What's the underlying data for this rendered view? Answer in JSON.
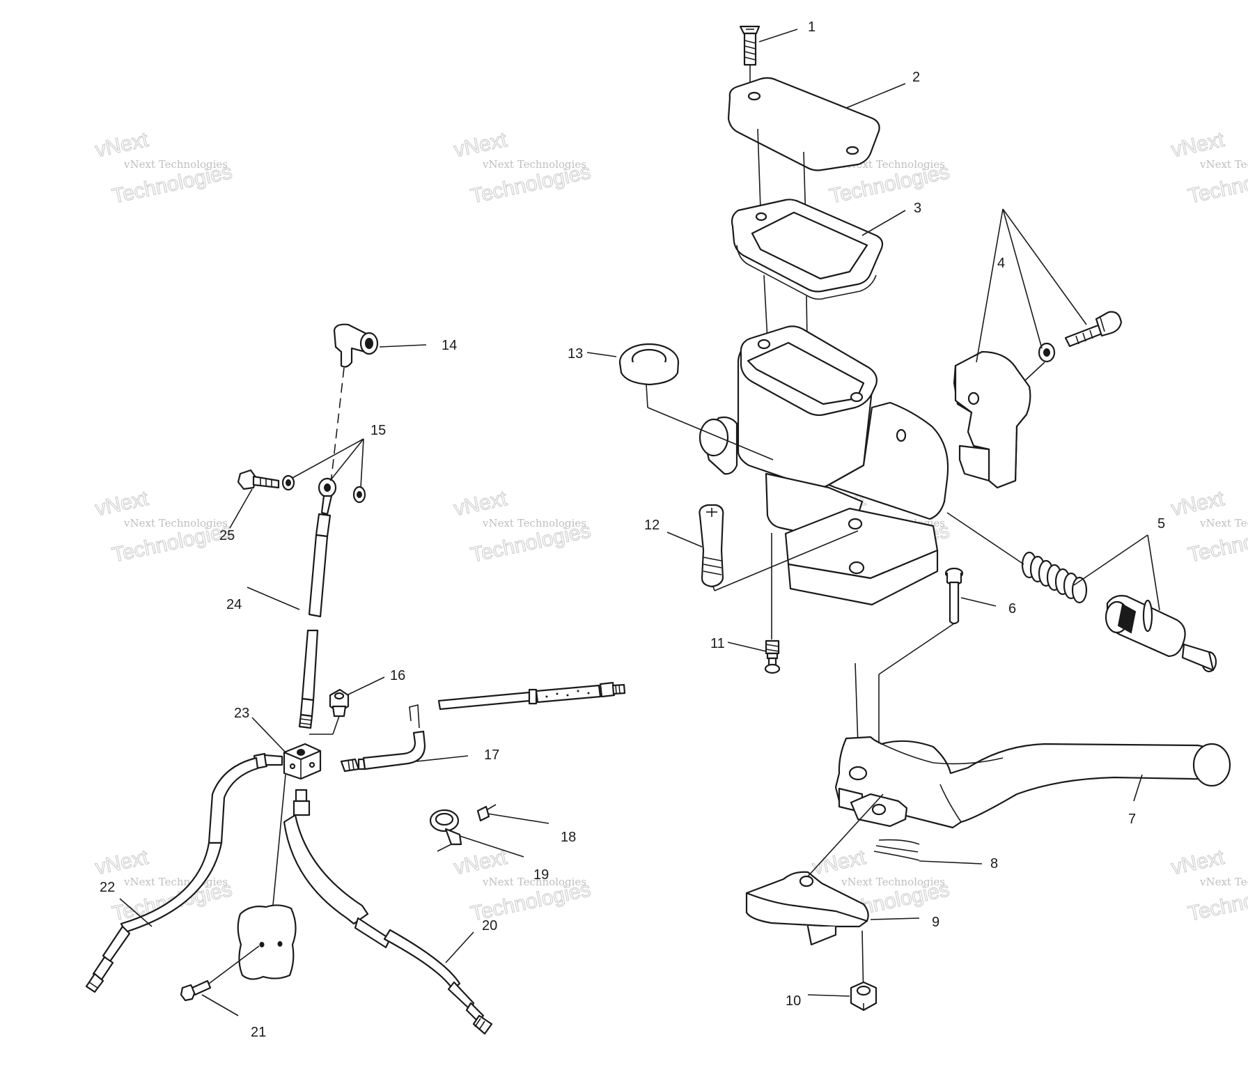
{
  "watermark": {
    "brand_line": "vNext Technologies",
    "big_line": "Technologies",
    "top_line": "vNext"
  },
  "callouts": [
    "1",
    "2",
    "3",
    "4",
    "5",
    "6",
    "7",
    "8",
    "9",
    "10",
    "11",
    "12",
    "13",
    "14",
    "15",
    "16",
    "17",
    "18",
    "19",
    "20",
    "21",
    "22",
    "23",
    "24",
    "25"
  ]
}
